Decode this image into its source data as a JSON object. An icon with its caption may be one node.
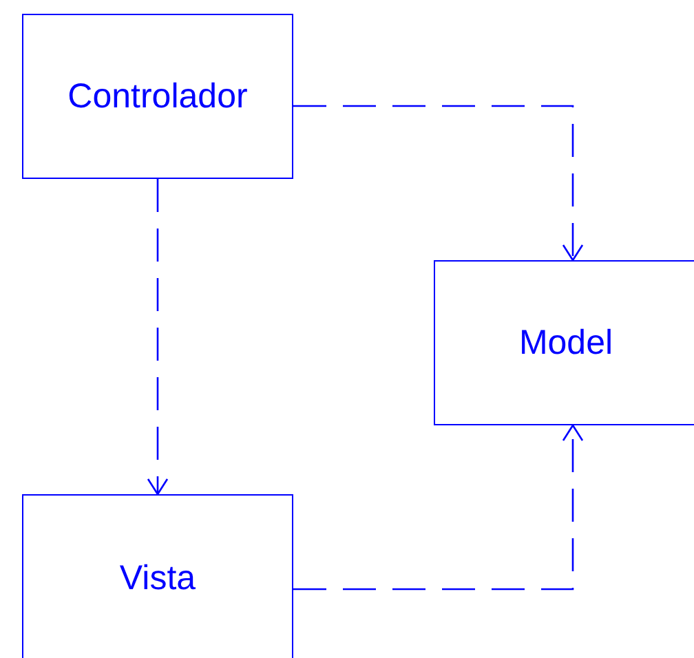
{
  "diagram": {
    "nodes": [
      {
        "text": [
          "Controlador"
        ]
      },
      {
        "text": [
          "Model"
        ]
      },
      {
        "text": [
          "Vista"
        ]
      }
    ],
    "edges": [
      {
        "from": 0,
        "to": 1,
        "arrow": "to",
        "style": "dashed"
      },
      {
        "from": 0,
        "to": 2,
        "arrow": "to",
        "style": "dashed"
      },
      {
        "from": 2,
        "to": 1,
        "arrow": "to",
        "style": "dashed"
      }
    ]
  }
}
